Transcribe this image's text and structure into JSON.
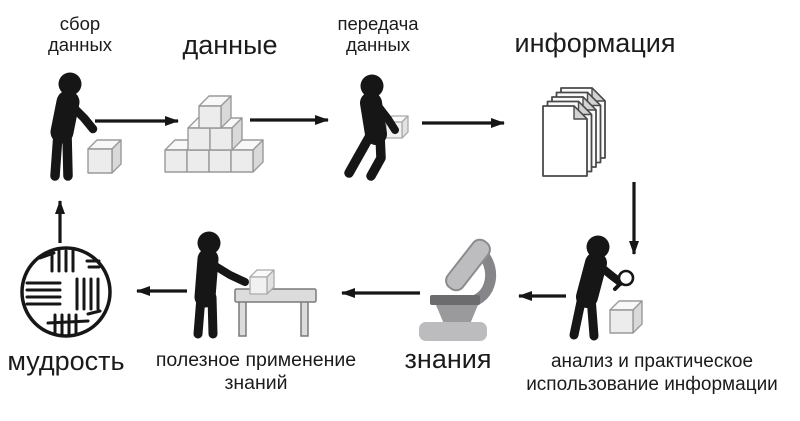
{
  "palette": {
    "background": "#ffffff",
    "ink": "#1b1b1b",
    "figure_black": "#161616",
    "cube_front": "#ececec",
    "cube_top": "#f8f8f8",
    "cube_side": "#d9d9d9",
    "cube_stroke": "#9a9a9a",
    "page_fill": "#ffffff",
    "page_stroke": "#4a4a4a",
    "table_fill": "#dcdcdc",
    "microscope_light": "#bdbdbf",
    "microscope_mid": "#9a9a9d",
    "microscope_dark": "#6c6c6f",
    "microscope_arm": "#85858a"
  },
  "icons": [
    "person-collecting-icon",
    "cube-icon",
    "cubes-pile-icon",
    "person-carrying-cube-icon",
    "documents-stack-icon",
    "person-magnifier-icon",
    "magnifier-icon",
    "microscope-icon",
    "person-at-table-icon",
    "tally-circle-icon",
    "arrow-icon"
  ],
  "diagram": {
    "nodes": [
      {
        "id": "collect",
        "label": "сбор\nданных"
      },
      {
        "id": "data",
        "label": "данные"
      },
      {
        "id": "transfer",
        "label": "передача\nданных"
      },
      {
        "id": "information",
        "label": "информация"
      },
      {
        "id": "analysis",
        "label": "анализ и практическое\nиспользование информации"
      },
      {
        "id": "knowledge",
        "label": "знания"
      },
      {
        "id": "application",
        "label": "полезное применение\nзнаний"
      },
      {
        "id": "wisdom",
        "label": "мудрость"
      }
    ]
  }
}
